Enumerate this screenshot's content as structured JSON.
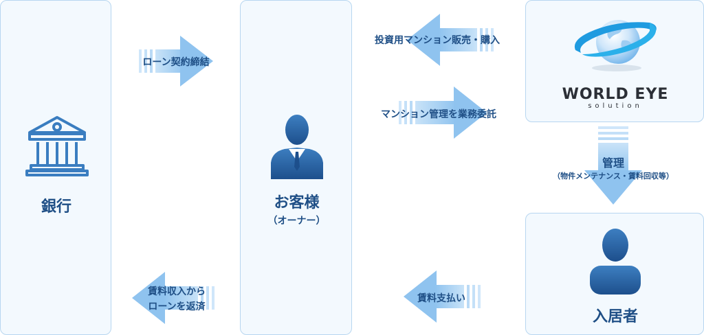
{
  "bank": {
    "label": "銀行"
  },
  "customer": {
    "label": "お客様",
    "sublabel": "（オーナー）"
  },
  "company": {
    "logo_text": "WORLD EYE",
    "logo_sub": "solution"
  },
  "resident": {
    "label": "入居者"
  },
  "arrows": {
    "loan": "ローン契約締結",
    "sale": "投資用マンション販売・購入",
    "mgmt_contract": "マンション管理を業務委託",
    "manage": "管理",
    "manage_detail": "（物件メンテナンス・賃料回収等）",
    "rent_pay": "賃料支払い",
    "repay_1": "賃料収入から",
    "repay_2": "ローンを返済"
  },
  "colors": {
    "accent": "#1f4f86",
    "arrow": "#9ccbf2",
    "box_bg": "#f3f9fe",
    "box_border": "#b7d6f0"
  }
}
